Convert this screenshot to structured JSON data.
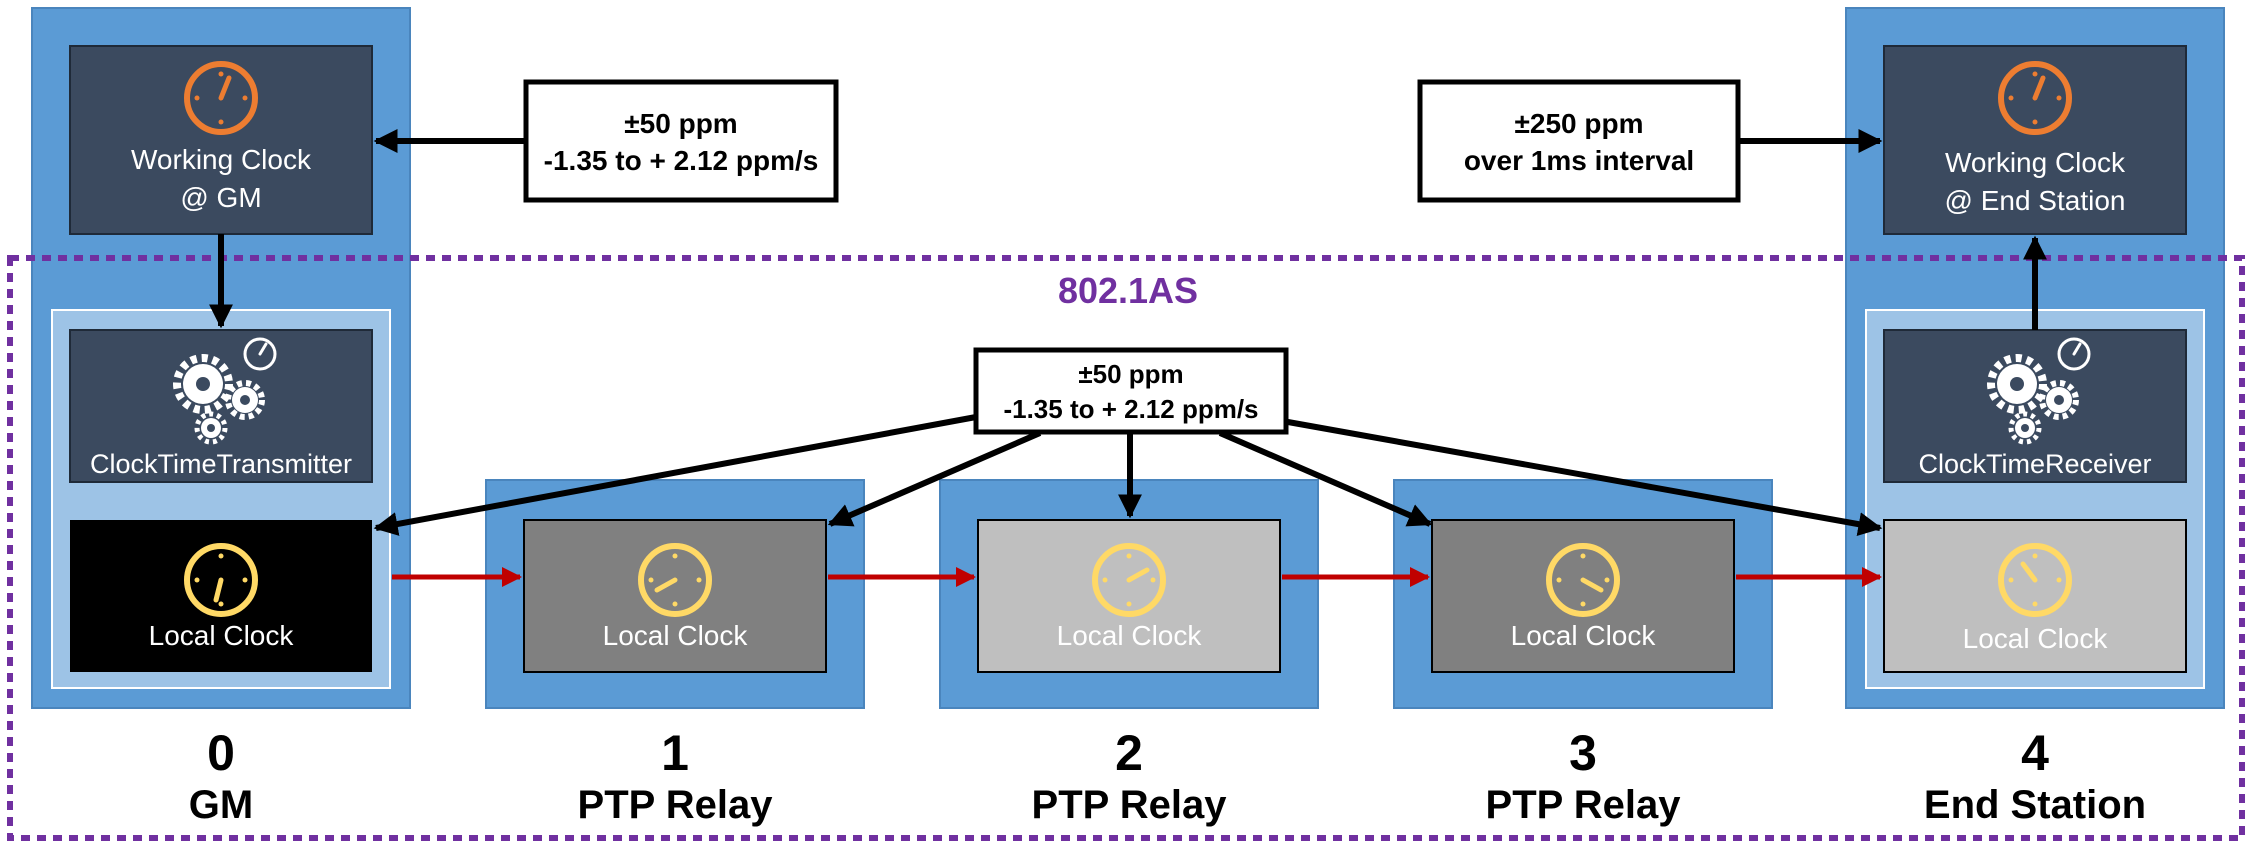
{
  "domain_label": "802.1AS",
  "top_left_note": {
    "line1": "±50 ppm",
    "line2": "-1.35 to + 2.12 ppm/s"
  },
  "top_right_note": {
    "line1": "±250 ppm",
    "line2": "over 1ms interval"
  },
  "center_note": {
    "line1": "±50 ppm",
    "line2": "-1.35 to + 2.12 ppm/s"
  },
  "gm": {
    "working_clock": {
      "line1": "Working Clock",
      "line2": "@ GM"
    },
    "transmitter_label": "ClockTimeTransmitter",
    "local_clock_label": "Local Clock",
    "number": "0",
    "caption": "GM"
  },
  "relays": [
    {
      "local_clock_label": "Local Clock",
      "number": "1",
      "caption": "PTP Relay"
    },
    {
      "local_clock_label": "Local Clock",
      "number": "2",
      "caption": "PTP Relay"
    },
    {
      "local_clock_label": "Local Clock",
      "number": "3",
      "caption": "PTP Relay"
    }
  ],
  "end_station": {
    "working_clock": {
      "line1": "Working Clock",
      "line2": "@ End Station"
    },
    "receiver_label": "ClockTimeReceiver",
    "local_clock_label": "Local Clock",
    "number": "4",
    "caption": "End Station"
  },
  "colors": {
    "node_blue": "#5b9bd5",
    "inner_blue": "#9dc3e6",
    "dark_box": "#3b4a5f",
    "orange_clock": "#ed7d31",
    "yellow_clock": "#ffd966",
    "domain_purple": "#7030a0",
    "sync_arrow_red": "#c00000"
  }
}
